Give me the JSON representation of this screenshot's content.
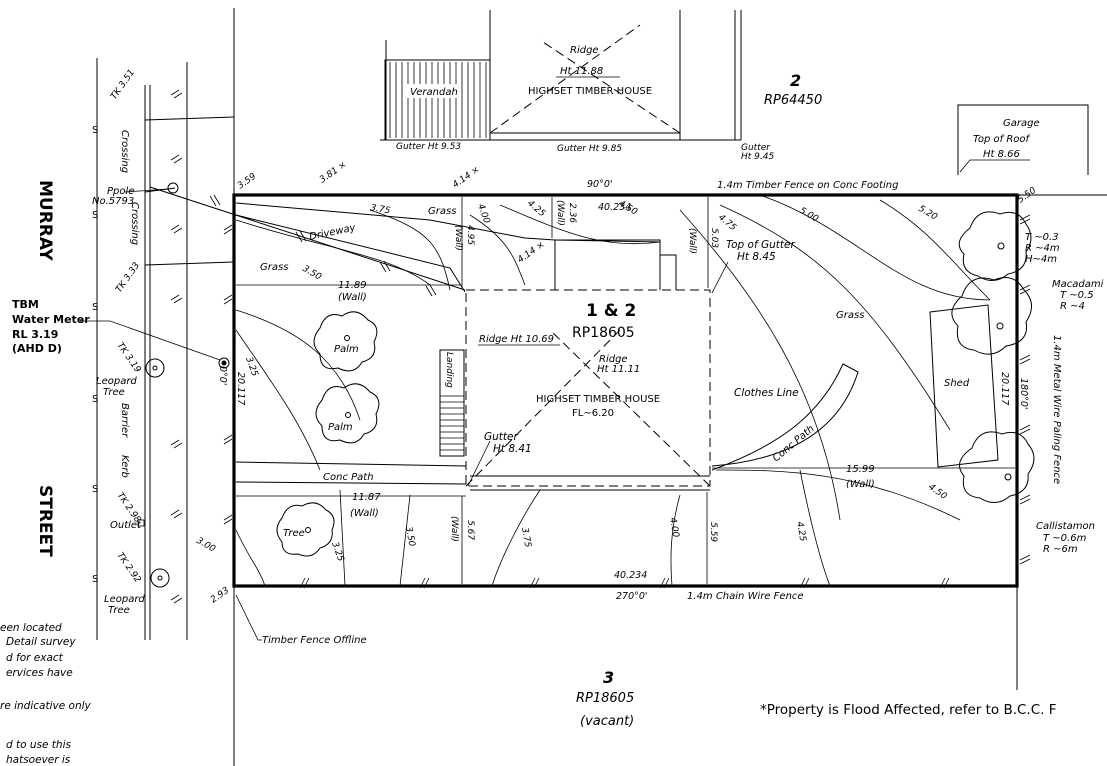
{
  "streets": {
    "name_1": "MURRAY",
    "name_2": "STREET"
  },
  "lots": {
    "lot_main": {
      "number": "1 & 2",
      "plan": "RP18605"
    },
    "lot_north": {
      "number": "2",
      "plan": "RP64450"
    },
    "lot_south": {
      "number": "3",
      "plan": "RP18605",
      "note": "(vacant)"
    }
  },
  "tbm": {
    "title": "TBM",
    "line1": "Water Meter",
    "line2": "RL 3.19",
    "line3": "(AHD D)"
  },
  "left_notes": [
    "een located",
    "Detail survey",
    "d for exact",
    "ervices have",
    "re indicative only",
    "d to use this",
    "hatsoever is"
  ],
  "flood_note": "*Property is Flood Affected, refer to B.C.C. F",
  "north_house": {
    "label": "HIGHSET TIMBER HOUSE",
    "ridge": "Ridge",
    "ridge_ht": "Ht 11.88",
    "verandah": "Verandah",
    "gutter_1": "Gutter Ht 9.53",
    "gutter_2": "Gutter Ht 9.85",
    "gutter_3a": "Gutter",
    "gutter_3b": "Ht 9.45"
  },
  "garage": {
    "line1": "Garage",
    "line2": "Top of Roof",
    "line3": "Ht 8.66"
  },
  "main_house": {
    "label": "HIGHSET TIMBER HOUSE",
    "floor": "FL~6.20",
    "ridge_ht": "Ridge Ht 10.69",
    "ridge2a": "Ridge",
    "ridge2b": "Ht 11.11",
    "top_gutter_1": "Top of Gutter",
    "top_gutter_2": "Ht 8.45",
    "gutter_1": "Gutter",
    "gutter_2": "Ht 8.41",
    "landing": "Landing"
  },
  "boundaries": {
    "north_bearing": "90°0'",
    "north_length": "40.234",
    "north_fence": "1.4m Timber Fence on Conc Footing",
    "south_bearing": "270°0'",
    "south_length": "40.234",
    "south_fence": "1.4m Chain Wire Fence",
    "west_bearing": "0°0'",
    "west_length": "20.117",
    "east_bearing": "180°0'",
    "east_length": "20.117",
    "east_fence": "1.4m Metal Wire Paling Fence",
    "timber_offline": "Timber Fence Offline"
  },
  "features": {
    "driveway": "Driveway",
    "grass_1": "Grass",
    "grass_2": "Grass",
    "grass_3": "Grass",
    "conc_path_1": "Conc Path",
    "conc_path_2": "Conc Path",
    "clothes_line": "Clothes Line",
    "shed": "Shed",
    "palm_1": "Palm",
    "palm_2": "Palm",
    "tree": "Tree",
    "leopard_1a": "Leopard",
    "leopard_1b": "Tree",
    "leopard_2a": "Leopard",
    "leopard_2b": "Tree",
    "barrier_1": "Barrier",
    "barrier_2": "Kerb",
    "crossing_1": "Crossing",
    "crossing_2": "Crossing",
    "outlet": "Outlet",
    "ppole_1": "Ppole",
    "ppole_2": "No.5793"
  },
  "trees_east": {
    "t1_a": "T ~0.3",
    "t1_b": "R ~4m",
    "t1_c": "H~4m",
    "t2_name": "Macadami",
    "t2_a": "T ~0.5",
    "t2_b": "R ~4",
    "t3_name": "Callistamon",
    "t3_a": "T ~0.6m",
    "t3_b": "R ~6m"
  },
  "kerb_levels": {
    "tk1": "TK 3.51",
    "tk2": "TK 3.33",
    "tk3": "TK 3.19",
    "tk4": "TK 2.98",
    "tk5": "TK 2.92"
  },
  "spot_levels": {
    "l359": "3.59",
    "l381": "3.81 ×",
    "l414a": "4.14 ×",
    "l414b": "4.14 ×",
    "l550": "5.50",
    "l293": "2.93"
  },
  "contours": {
    "c375": "3.75",
    "c400": "4.00",
    "c425": "4.25",
    "c450": "4.50",
    "c475": "4.75",
    "c500": "5.00",
    "c520": "5.20",
    "c350": "3.50",
    "c325": "3.25",
    "c300": "3.00",
    "c350b": "3.50",
    "c325b": "3.25",
    "c375b": "3.75",
    "c400b": "4.00",
    "c425b": "4.25",
    "c450b": "4.50"
  },
  "dimensions": {
    "d1189": "11.89",
    "d1187": "11.87",
    "d1599": "15.99",
    "d495": "4.95",
    "d236": "2.36",
    "d503": "5.03",
    "d567": "5.67",
    "d559": "5.59",
    "wall": "(Wall)"
  }
}
